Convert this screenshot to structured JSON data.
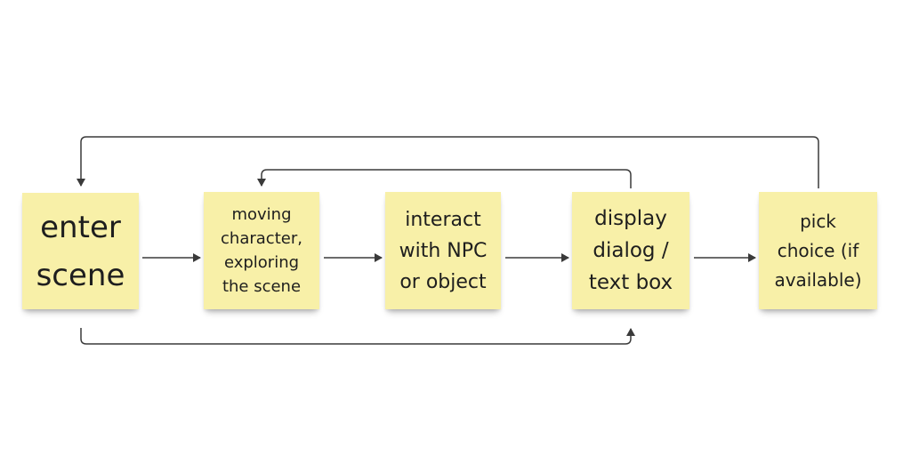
{
  "diagram": {
    "nodes": [
      {
        "id": "enter-scene",
        "label": "enter\nscene"
      },
      {
        "id": "moving-character",
        "label": "moving\ncharacter,\nexploring\nthe scene"
      },
      {
        "id": "interact",
        "label": "interact\nwith NPC\nor object"
      },
      {
        "id": "display-dialog",
        "label": "display\ndialog /\ntext box"
      },
      {
        "id": "pick-choice",
        "label": "pick\nchoice (if\navailable)"
      }
    ],
    "edges": [
      {
        "from": "enter-scene",
        "to": "moving-character"
      },
      {
        "from": "moving-character",
        "to": "interact"
      },
      {
        "from": "interact",
        "to": "display-dialog"
      },
      {
        "from": "display-dialog",
        "to": "pick-choice"
      },
      {
        "from": "pick-choice",
        "to": "enter-scene"
      },
      {
        "from": "display-dialog",
        "to": "moving-character"
      },
      {
        "from": "enter-scene",
        "to": "display-dialog"
      }
    ],
    "colors": {
      "note_fill": "#f8f0a8",
      "connector": "#3a3a3a",
      "text": "#1e1e1e"
    }
  }
}
